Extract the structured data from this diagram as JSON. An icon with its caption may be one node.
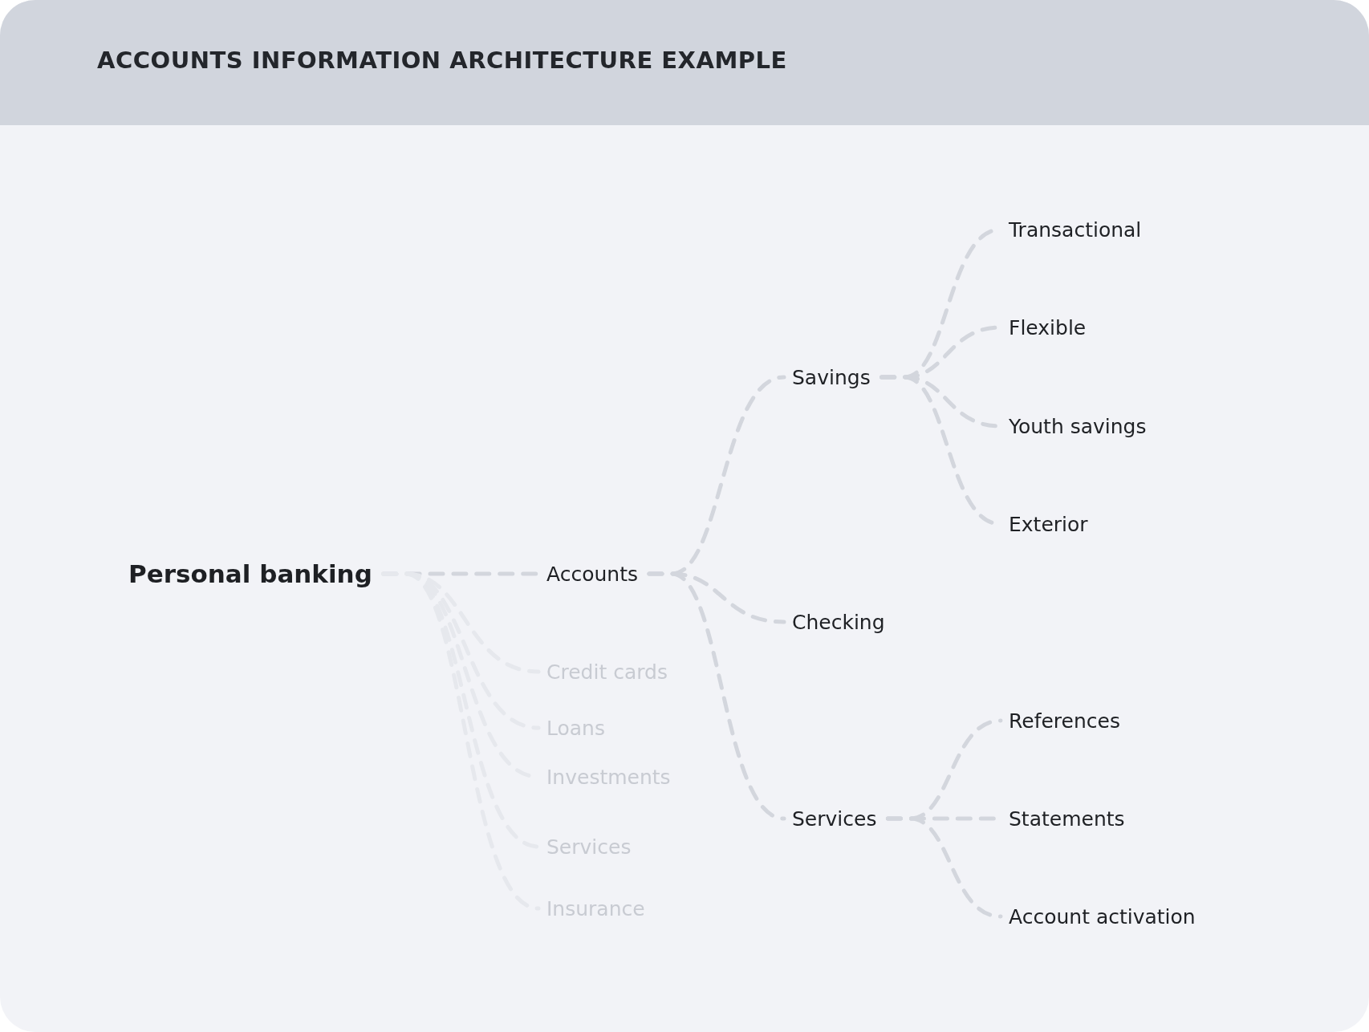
{
  "diagram": {
    "title": "ACCOUNTS INFORMATION ARCHITECTURE EXAMPLE",
    "nodes": [
      {
        "text": [
          "Personal banking"
        ]
      },
      {
        "text": [
          "Accounts"
        ]
      },
      {
        "text": [
          "Credit cards"
        ]
      },
      {
        "text": [
          "Loans"
        ]
      },
      {
        "text": [
          "Investments"
        ]
      },
      {
        "text": [
          "Services"
        ]
      },
      {
        "text": [
          "Insurance"
        ]
      },
      {
        "text": [
          "Savings"
        ]
      },
      {
        "text": [
          "Checking"
        ]
      },
      {
        "text": [
          "Services"
        ]
      },
      {
        "text": [
          "Transactional"
        ]
      },
      {
        "text": [
          "Flexible"
        ]
      },
      {
        "text": [
          "Youth savings"
        ]
      },
      {
        "text": [
          "Exterior"
        ]
      },
      {
        "text": [
          "References"
        ]
      },
      {
        "text": [
          "Statements"
        ]
      },
      {
        "text": [
          "Account activation"
        ]
      }
    ],
    "edges": [
      {
        "from": 0,
        "to": 1,
        "arrow": "none",
        "style": "dashed"
      },
      {
        "from": 0,
        "to": 2,
        "arrow": "none",
        "style": "dashed",
        "color": "#e6e8ed"
      },
      {
        "from": 0,
        "to": 3,
        "arrow": "none",
        "style": "dashed",
        "color": "#e6e8ed"
      },
      {
        "from": 0,
        "to": 4,
        "arrow": "none",
        "style": "dashed",
        "color": "#e6e8ed"
      },
      {
        "from": 0,
        "to": 5,
        "arrow": "none",
        "style": "dashed",
        "color": "#e6e8ed"
      },
      {
        "from": 0,
        "to": 6,
        "arrow": "none",
        "style": "dashed",
        "color": "#e6e8ed"
      },
      {
        "from": 1,
        "to": 7,
        "arrow": "none",
        "style": "dashed"
      },
      {
        "from": 1,
        "to": 8,
        "arrow": "none",
        "style": "dashed"
      },
      {
        "from": 1,
        "to": 9,
        "arrow": "none",
        "style": "dashed"
      },
      {
        "from": 7,
        "to": 10,
        "arrow": "none",
        "style": "dashed"
      },
      {
        "from": 7,
        "to": 11,
        "arrow": "none",
        "style": "dashed"
      },
      {
        "from": 7,
        "to": 12,
        "arrow": "none",
        "style": "dashed"
      },
      {
        "from": 7,
        "to": 13,
        "arrow": "none",
        "style": "dashed"
      },
      {
        "from": 9,
        "to": 14,
        "arrow": "none",
        "style": "dashed"
      },
      {
        "from": 9,
        "to": 15,
        "arrow": "none",
        "style": "dashed"
      },
      {
        "from": 9,
        "to": 16,
        "arrow": "none",
        "style": "dashed"
      }
    ]
  }
}
